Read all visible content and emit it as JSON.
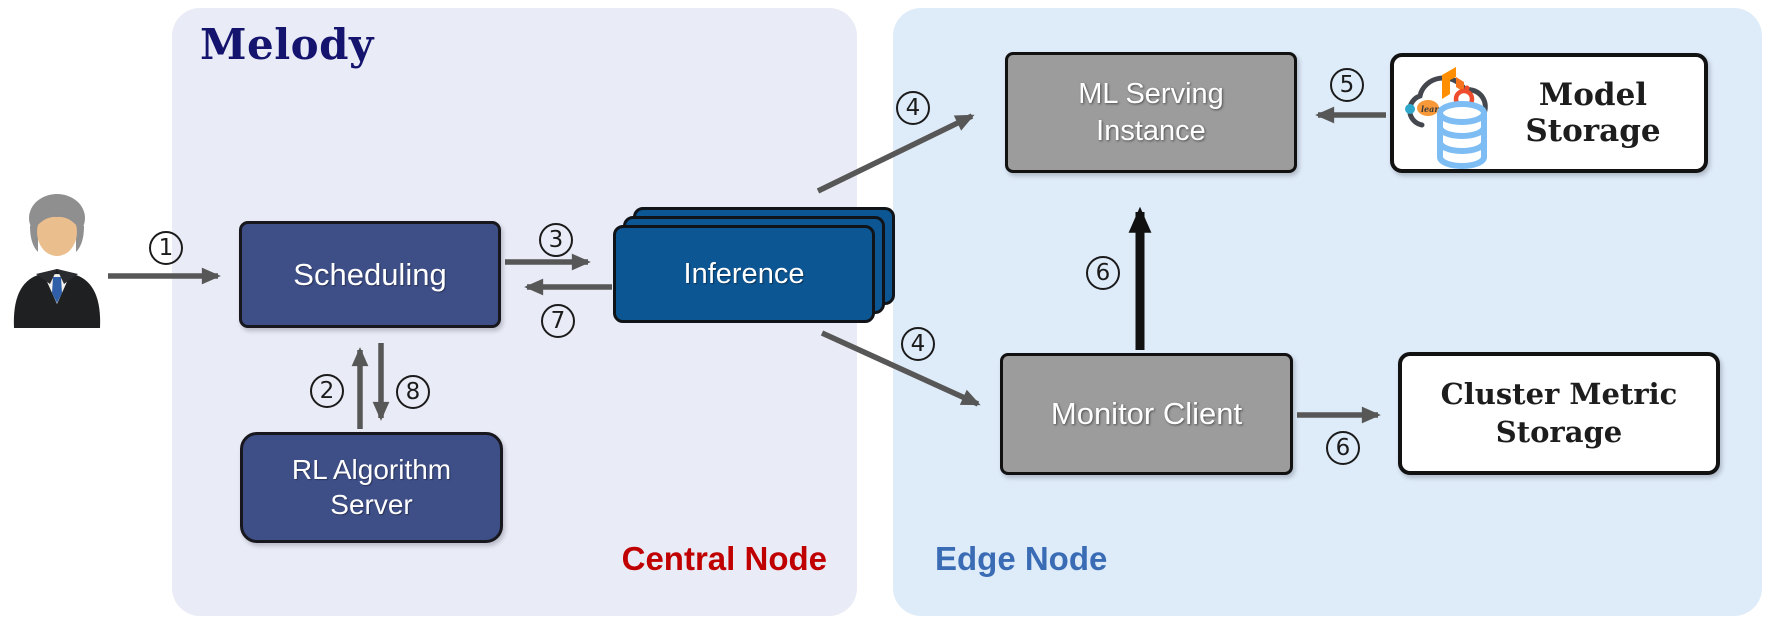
{
  "title": "Melody",
  "regions": {
    "central_node": {
      "label": "Central Node",
      "color": "#C00000"
    },
    "edge_node": {
      "label": "Edge Node",
      "color": "#3A6CB5"
    }
  },
  "nodes": {
    "user": {
      "icon": "user-icon"
    },
    "scheduling": {
      "label": "Scheduling",
      "color": "#3E4E87"
    },
    "rl_server": {
      "label": "RL Algorithm Server",
      "line1": "RL Algorithm",
      "line2": "Server",
      "color": "#3E4E87"
    },
    "inference": {
      "label": "Inference",
      "color": "#0D5694",
      "stacked_instances": 3
    },
    "ml_serving": {
      "label": "ML Serving Instance",
      "line1": "ML Serving",
      "line2": "Instance",
      "color": "#9C9C9C"
    },
    "monitor_client": {
      "label": "Monitor Client",
      "color": "#9C9C9C"
    },
    "model_storage": {
      "label": "Model Storage",
      "icons": [
        "ml-frameworks-cloud-icon",
        "database-icon"
      ]
    },
    "cluster_metric": {
      "label": "Cluster Metric Storage",
      "line1": "Cluster Metric",
      "line2": "Storage"
    }
  },
  "edges": [
    {
      "step": "1",
      "from": "user",
      "to": "scheduling"
    },
    {
      "step": "2",
      "from": "rl_server",
      "to": "scheduling"
    },
    {
      "step": "3",
      "from": "scheduling",
      "to": "inference"
    },
    {
      "step": "4",
      "from": "inference",
      "to": "ml_serving"
    },
    {
      "step": "4",
      "from": "inference",
      "to": "monitor_client"
    },
    {
      "step": "5",
      "from": "model_storage",
      "to": "ml_serving"
    },
    {
      "step": "6",
      "from": "monitor_client",
      "to": "ml_serving"
    },
    {
      "step": "6",
      "from": "monitor_client",
      "to": "cluster_metric"
    },
    {
      "step": "7",
      "from": "inference",
      "to": "scheduling"
    },
    {
      "step": "8",
      "from": "scheduling",
      "to": "rl_server"
    }
  ],
  "colors": {
    "central_panel_bg": "#E9EBF6",
    "edge_panel_bg": "#DEEBF8",
    "arrow_gray": "#575757",
    "arrow_black": "#111111",
    "title_navy": "#14146E"
  }
}
